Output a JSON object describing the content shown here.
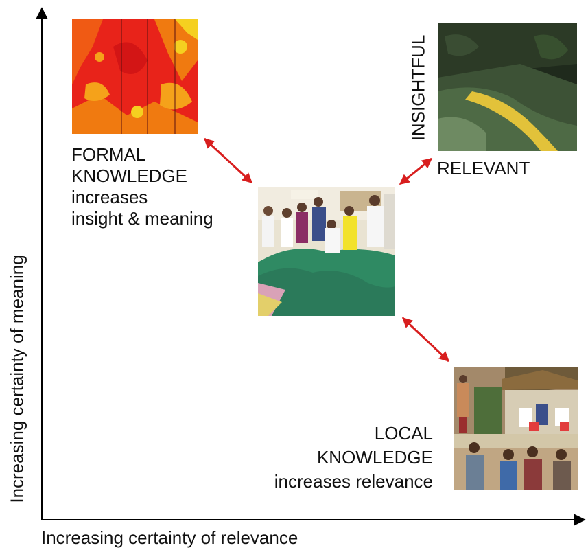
{
  "axes": {
    "x_label": "Increasing certainty of relevance",
    "y_label": "Increasing certainty of meaning"
  },
  "formal_knowledge": {
    "line1": "FORMAL",
    "line2": "KNOWLEDGE",
    "line3": "increases",
    "line4": "insight & meaning"
  },
  "local_knowledge": {
    "line1": "LOCAL",
    "line2": "KNOWLEDGE",
    "line3": "increases relevance"
  },
  "corner": {
    "vertical_label": "INSIGHTFUL",
    "horizontal_label": "RELEVANT"
  },
  "colors": {
    "axis": "#000000",
    "arrow": "#d81e1e",
    "map_red": "#e8231a",
    "map_orange": "#f07a10",
    "map_yellow": "#f5d020",
    "forest_dark": "#1f2a1c",
    "forest_green": "#4e6a45",
    "flower_yellow": "#e2c23a"
  }
}
